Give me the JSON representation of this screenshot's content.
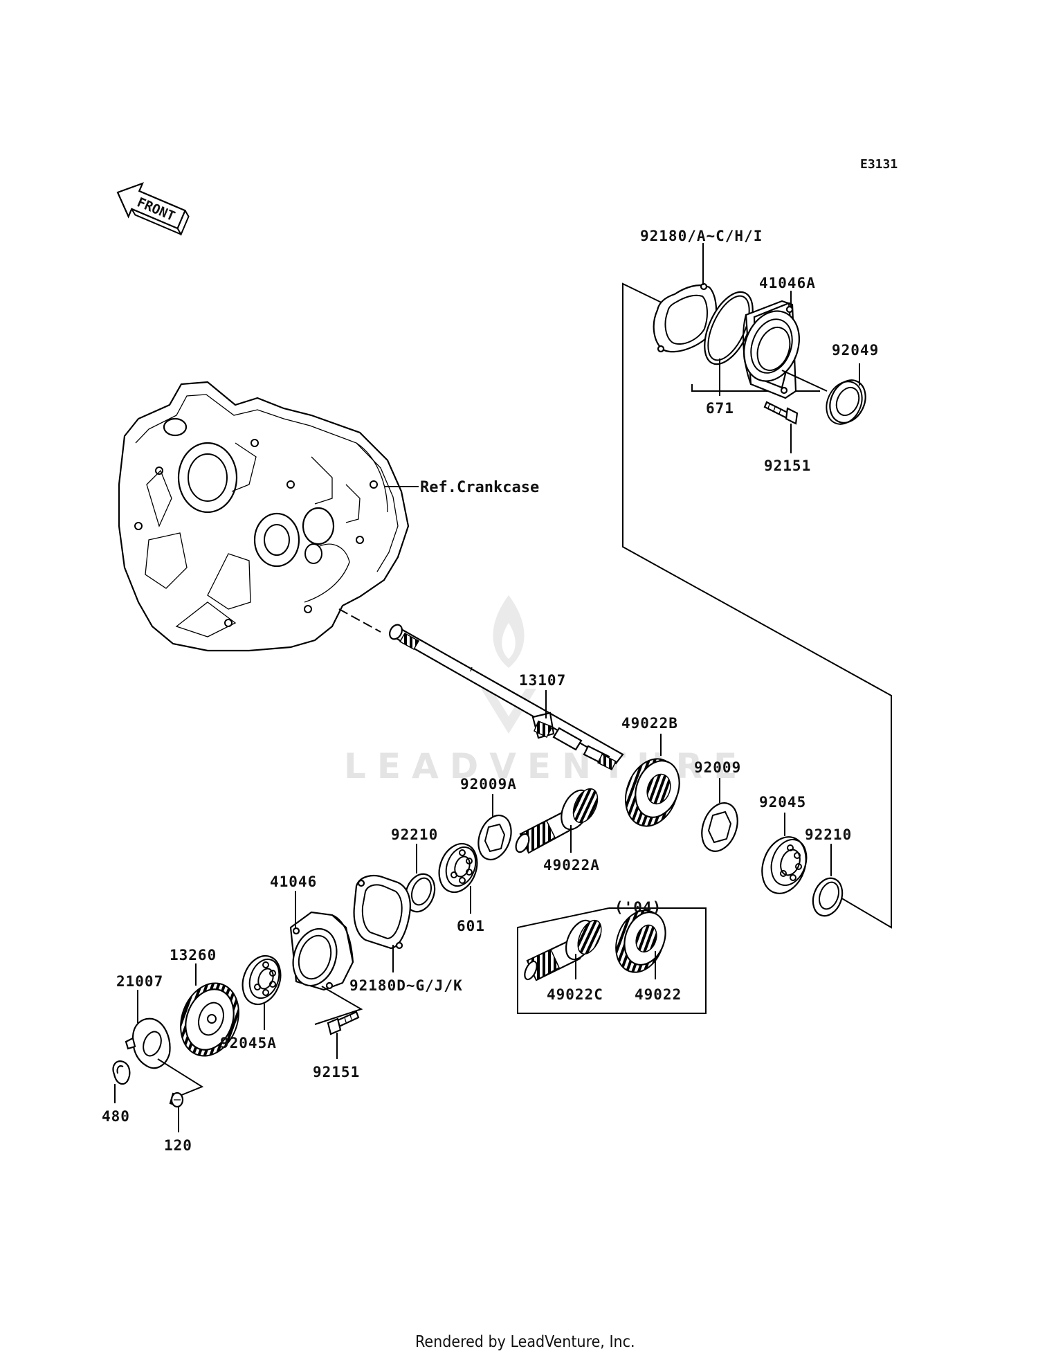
{
  "diagram": {
    "code": "E3131",
    "direction_label": "FRONT",
    "reference_label": "Ref.Crankcase",
    "watermark": "LEADVENTURE",
    "footer": "Rendered by LeadVenture, Inc.",
    "group_box_label": "('04)",
    "parts": [
      {
        "id": "p92180a",
        "label": "92180/A~C/H/I"
      },
      {
        "id": "p41046a",
        "label": "41046A"
      },
      {
        "id": "p92049",
        "label": "92049"
      },
      {
        "id": "p671",
        "label": "671"
      },
      {
        "id": "p92151a",
        "label": "92151"
      },
      {
        "id": "p13107",
        "label": "13107"
      },
      {
        "id": "p49022b",
        "label": "49022B"
      },
      {
        "id": "p92009",
        "label": "92009"
      },
      {
        "id": "p92009a",
        "label": "92009A"
      },
      {
        "id": "p92045",
        "label": "92045"
      },
      {
        "id": "p92210a",
        "label": "92210"
      },
      {
        "id": "p92210b",
        "label": "92210"
      },
      {
        "id": "p49022a",
        "label": "49022A"
      },
      {
        "id": "p41046",
        "label": "41046"
      },
      {
        "id": "p601",
        "label": "601"
      },
      {
        "id": "p92180d",
        "label": "92180D~G/J/K"
      },
      {
        "id": "p13260",
        "label": "13260"
      },
      {
        "id": "p21007",
        "label": "21007"
      },
      {
        "id": "p92045a",
        "label": "92045A"
      },
      {
        "id": "p92151b",
        "label": "92151"
      },
      {
        "id": "p480",
        "label": "480"
      },
      {
        "id": "p120",
        "label": "120"
      },
      {
        "id": "p49022c",
        "label": "49022C"
      },
      {
        "id": "p49022",
        "label": "49022"
      }
    ]
  }
}
